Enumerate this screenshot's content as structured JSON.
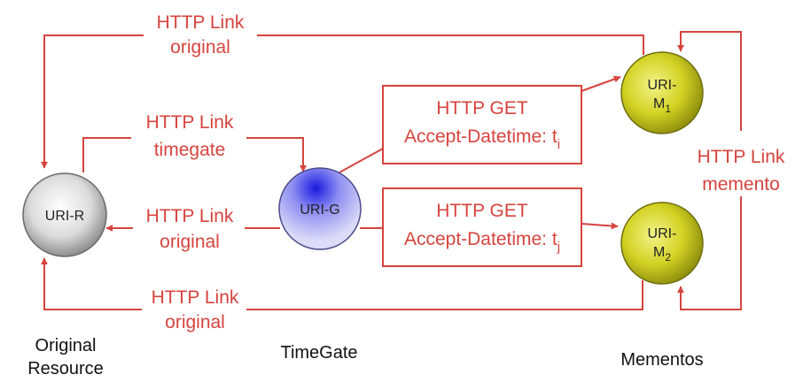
{
  "nodes": {
    "uri_r": {
      "label": "URI-R"
    },
    "uri_g": {
      "label": "URI-G"
    },
    "uri_m1": {
      "line1": "URI-",
      "line2": "M",
      "sub": "1"
    },
    "uri_m2": {
      "line1": "URI-",
      "line2": "M",
      "sub": "2"
    }
  },
  "edges": {
    "top_original": {
      "line1": "HTTP Link",
      "line2": "original"
    },
    "timegate": {
      "line1": "HTTP Link",
      "line2": "timegate"
    },
    "mid_original": {
      "line1": "HTTP Link",
      "line2": "original"
    },
    "bottom_original": {
      "line1": "HTTP Link",
      "line2": "original"
    },
    "memento": {
      "line1": "HTTP Link",
      "line2": "memento"
    }
  },
  "requests": {
    "get_i": {
      "line1": "HTTP GET",
      "line2": "Accept-Datetime: t",
      "sub": "i"
    },
    "get_j": {
      "line1": "HTTP GET",
      "line2": "Accept-Datetime: t",
      "sub": "j"
    }
  },
  "captions": {
    "original_resource_line1": "Original",
    "original_resource_line2": "Resource",
    "timegate": "TimeGate",
    "mementos": "Mementos"
  },
  "colors": {
    "edge": "#d6443e",
    "uri_r_fill": "#c9c9c9",
    "uri_g_fill": "#3a3ae8",
    "memento_fill": "#d0d020"
  }
}
